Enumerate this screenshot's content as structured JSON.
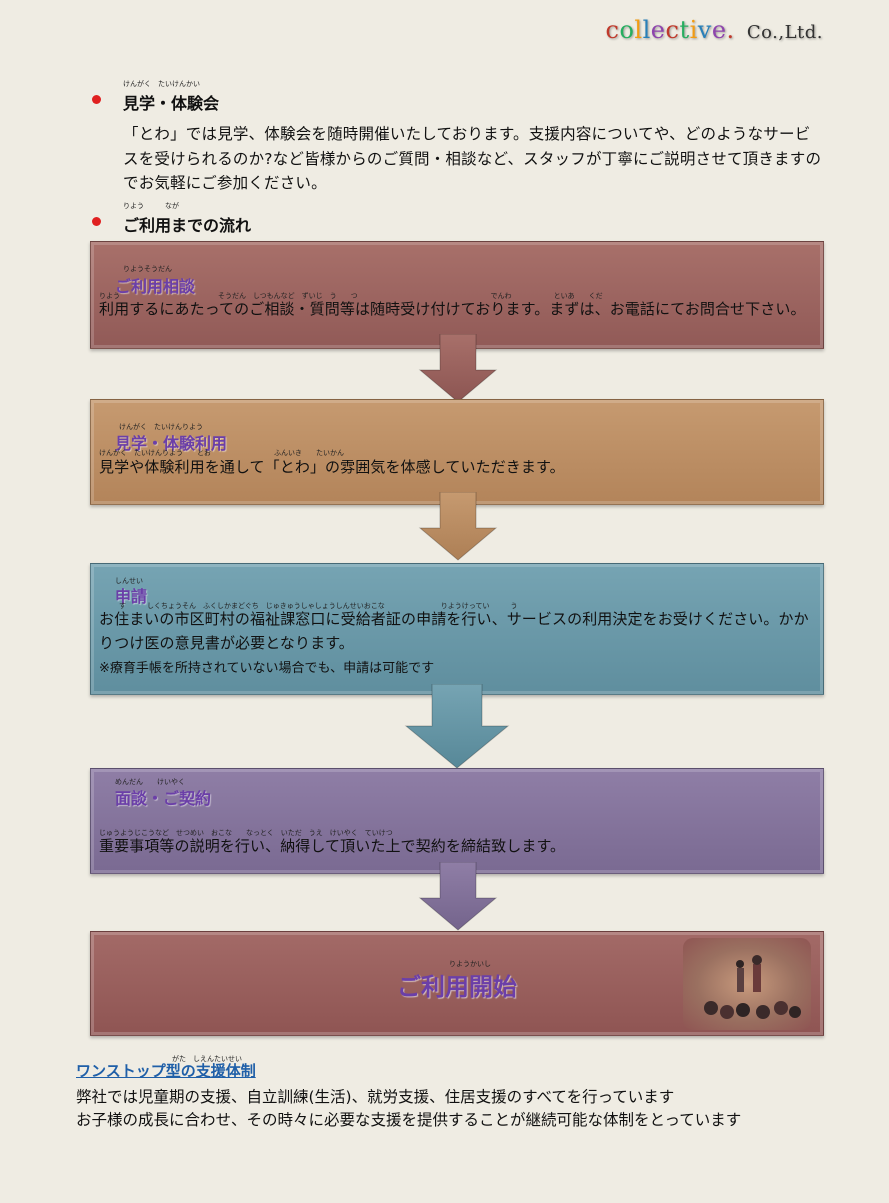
{
  "logo": {
    "text_parts": [
      "c",
      "o",
      "l",
      "l",
      "e",
      "c",
      "t",
      "i",
      "v",
      "e",
      "."
    ],
    "company_suffix": "Co.,Ltd."
  },
  "section_visit": {
    "heading": "見学・体験会",
    "heading_ruby": "けんがく　たいけんかい",
    "paragraph": "「とわ」では見学、体験会を随時開催いたしております。支援内容についてや、どのようなサービスを受けられるのか?など皆様からのご質問・相談など、スタッフが丁寧にご説明させて頂きますのでお気軽にご参加ください。"
  },
  "section_flow": {
    "heading": "ご利用までの流れ",
    "heading_ruby": "りよう　　　なが"
  },
  "steps": [
    {
      "title": "ご利用相談",
      "title_ruby": "りようそうだん",
      "body_ruby": "りよう　　　　　　　　　　　　　　そうだん　しつもんなど　ずいじ　う　　つ　　　　　　　　　　　　　　　　　　　でんわ　　　　　　といあ　　くだ",
      "body": "利用するにあたってのご相談・質問等は随時受け付けております。まずは、お電話にてお問合せ下さい。",
      "color_top": "#a8706a",
      "color_bottom": "#915a57"
    },
    {
      "title": "見学・体験利用",
      "title_ruby": "けんがく　たいけんりよう",
      "body_ruby": "けんがく　たいけんりよう　　とお　　　　　　　　　ふんいき　　たいかん",
      "body": "見学や体験利用を通して「とわ」の雰囲気を体感していただきます。",
      "color_top": "#c69a70",
      "color_bottom": "#b3845a"
    },
    {
      "title": "申請",
      "title_ruby": "しんせい",
      "body_ruby": "す　　　しくちょうそん　ふくしかまどぐち　じゅきゅうしゃしょうしんせいおこな　　　　　　　　りようけってい　　　う",
      "body": "お住まいの市区町村の福祉課窓口に受給者証の申請を行い、サービスの利用決定をお受けください。かかりつけ医の意見書が必要となります。",
      "note": "※療育手帳を所持されていない場合でも、申請は可能です",
      "color_top": "#76a4b3",
      "color_bottom": "#5f8e9e"
    },
    {
      "title": "面談・ご契約",
      "title_ruby": "めんだん　　けいやく",
      "body_ruby": "じゅうようじこうなど　せつめい　おこな　　なっとく　いただ　うえ　けいやく　ていけつ",
      "body": "重要事項等の説明を行い、納得して頂いた上で契約を締結致します。",
      "color_top": "#8f7ea6",
      "color_bottom": "#7a6a92"
    }
  ],
  "start": {
    "title": "ご利用開始",
    "title_ruby": "りようかいし"
  },
  "onestop": {
    "heading": "ワンストップ型の支援体制",
    "heading_ruby": "がた　しえんたいせい",
    "line1": "弊社では児童期の支援、自立訓練(生活)、就労支援、住居支援のすべてを行っています",
    "line2": "お子様の成長に合わせ、その時々に必要な支援を提供することが継続可能な体制をとっています"
  }
}
